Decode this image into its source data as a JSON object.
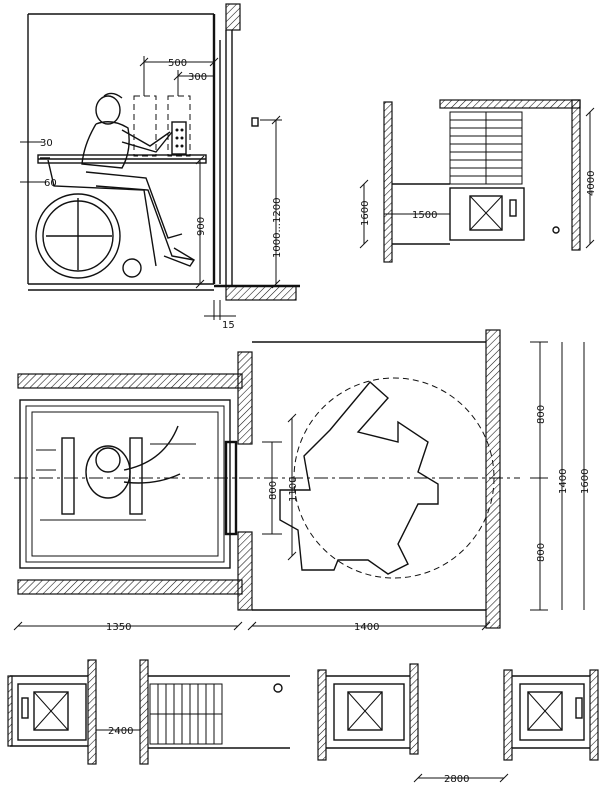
{
  "dimensions": {
    "d500": "500",
    "d300": "300",
    "d30": "30",
    "d60": "60",
    "d900": "900",
    "d1000_1200": "1000...1200",
    "d15": "15",
    "d4000": "4000",
    "d1600": "1600",
    "d1500": "1500",
    "d800_door": "800",
    "d1100": "1100",
    "d800_top": "800",
    "d800_bottom": "800",
    "d1400": "1400",
    "d1600_right": "1600",
    "d1350": "1350",
    "d1400_bottom": "1400",
    "d2400": "2400",
    "d2800": "2800"
  }
}
